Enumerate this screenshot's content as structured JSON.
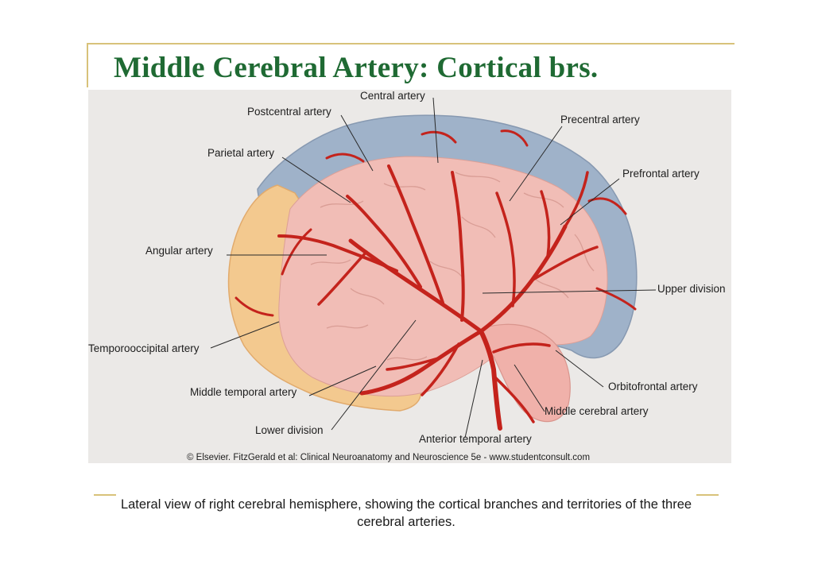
{
  "slide": {
    "title": "Middle Cerebral Artery: Cortical brs.",
    "caption": "Lateral view of right cerebral hemisphere, showing the cortical branches and territories of the three cerebral arteries."
  },
  "figure": {
    "labels": {
      "central": "Central artery",
      "postcentral": "Postcentral artery",
      "precentral": "Precentral artery",
      "parietal": "Parietal artery",
      "prefrontal": "Prefrontal artery",
      "angular": "Angular artery",
      "upper_division": "Upper division",
      "temporooccipital": "Temporooccipital artery",
      "orbitofrontal": "Orbitofrontal artery",
      "middle_temporal": "Middle temporal artery",
      "middle_cerebral": "Middle cerebral artery",
      "lower_division": "Lower division",
      "anterior_temporal": "Anterior temporal artery"
    },
    "credit": "© Elsevier. FitzGerald et al: Clinical Neuroanatomy and Neuroscience 5e - www.studentconsult.com",
    "colors": {
      "panel": "#ebe9e7",
      "anterior_territory": "#9fb2c9",
      "posterior_territory": "#f3c98f",
      "middle_territory": "#f1bdb6",
      "artery": "#c4231c"
    }
  }
}
